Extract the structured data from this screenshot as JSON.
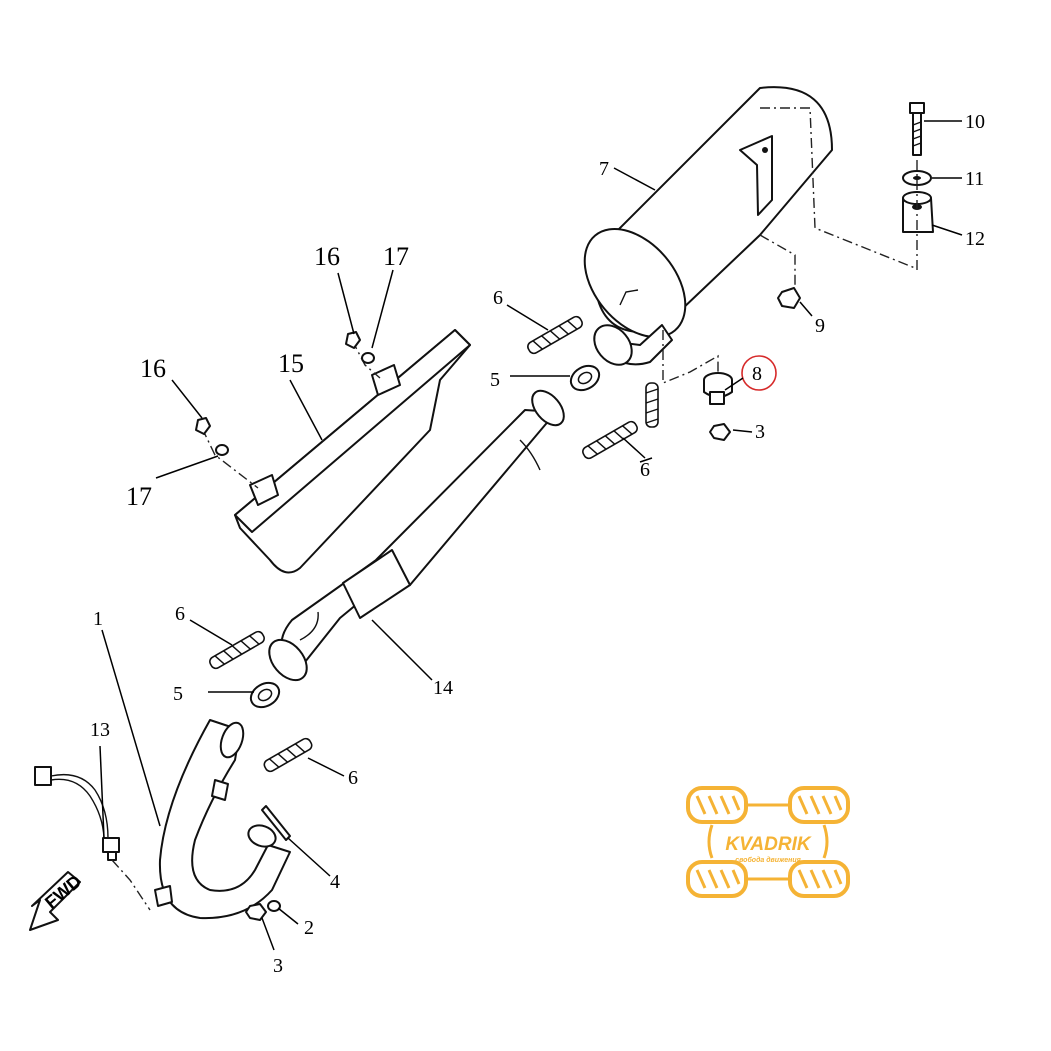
{
  "diagram": {
    "callouts": {
      "c1": "1",
      "c2": "2",
      "c3a": "3",
      "c3b": "3",
      "c4": "4",
      "c5a": "5",
      "c5b": "5",
      "c6a": "6",
      "c6b": "6",
      "c6c": "6",
      "c6d": "6",
      "c7": "7",
      "c8": "8",
      "c9": "9",
      "c10": "10",
      "c11": "11",
      "c12": "12",
      "c13": "13",
      "c14": "14",
      "c15": "15",
      "c16a": "16",
      "c16b": "16",
      "c17a": "17",
      "c17b": "17"
    },
    "direction_marker": "FWD",
    "highlight_color": "#d62a2a"
  },
  "watermark": {
    "brand": "KVADRIK",
    "tagline": "свобода движения",
    "color": "#f5b335"
  }
}
